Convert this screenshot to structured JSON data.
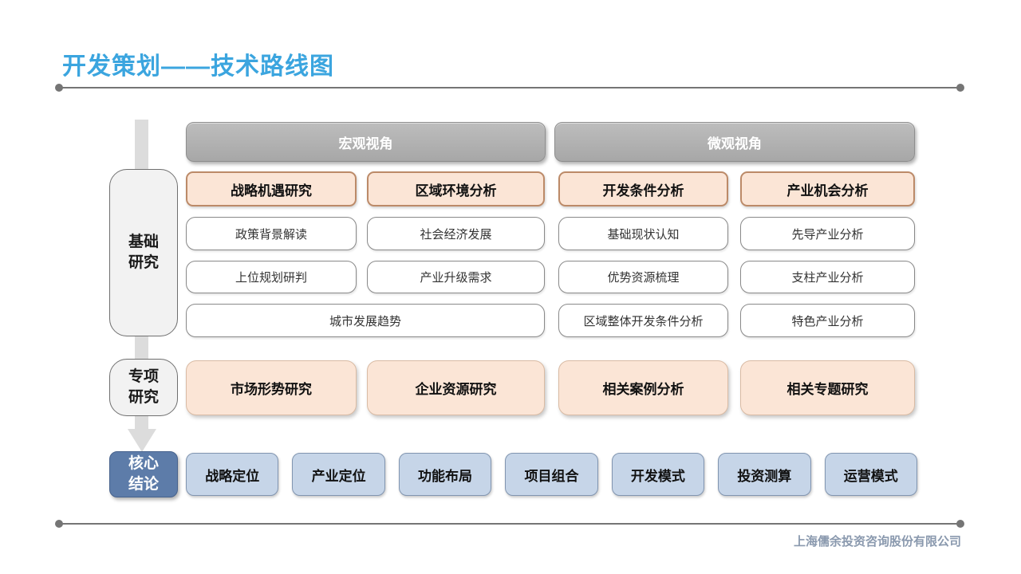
{
  "title": "开发策划——技术路线图",
  "footer": {
    "company": "上海儒余投资咨询股份有限公司"
  },
  "colors": {
    "title_blue": "#3BA5DF",
    "bar_gray": "#AFAFAF",
    "peach_fill": "#FBE5D6",
    "peach_border": "#BC8A68",
    "conclusion_fill": "#C6D5E8",
    "conclusion_border": "#8195B0",
    "stage_blue": "#5D7CA9",
    "line_gray": "#757575"
  },
  "perspective_bars": [
    {
      "label": "宏观视角"
    },
    {
      "label": "微观视角"
    }
  ],
  "stage_labels": [
    {
      "id": "basic-research",
      "label": "基础\n研究"
    },
    {
      "id": "special-research",
      "label": "专项\n研究"
    },
    {
      "id": "core-conclusion",
      "label": "核心\n结论"
    }
  ],
  "category_headers": [
    "战略机遇研究",
    "区域环境分析",
    "开发条件分析",
    "产业机会分析"
  ],
  "basic_items": {
    "row2": [
      "政策背景解读",
      "社会经济发展",
      "基础现状认知",
      "先导产业分析"
    ],
    "row3": [
      "上位规划研判",
      "产业升级需求",
      "优势资源梳理",
      "支柱产业分析"
    ],
    "row4": [
      "城市发展趋势",
      "区域整体开发条件分析",
      "特色产业分析"
    ]
  },
  "special_items": [
    "市场形势研究",
    "企业资源研究",
    "相关案例分析",
    "相关专题研究"
  ],
  "conclusion_items": [
    "战略定位",
    "产业定位",
    "功能布局",
    "项目组合",
    "开发模式",
    "投资测算",
    "运营模式"
  ]
}
